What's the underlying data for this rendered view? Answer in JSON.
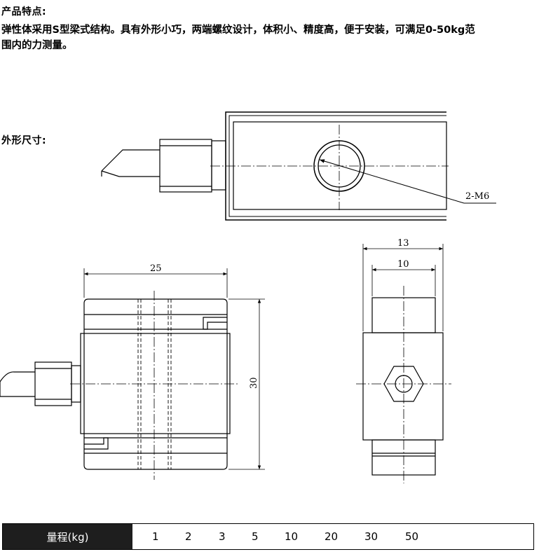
{
  "features": {
    "heading": "产品特点:",
    "description": "弹性体采用S型梁式结构。具有外形小巧，两端螺纹设计，体积小、精度高，便于安装，可满足0-50kg范围内的力测量。"
  },
  "dimensions": {
    "heading": "外形尺寸:",
    "thread_label": "2-M6",
    "width_label": "25",
    "height_label": "30",
    "depth_outer_label": "13",
    "depth_inner_label": "10"
  },
  "spec_table": {
    "header": "量程(kg)",
    "values": [
      "1",
      "2",
      "3",
      "5",
      "10",
      "20",
      "30",
      "50"
    ]
  }
}
